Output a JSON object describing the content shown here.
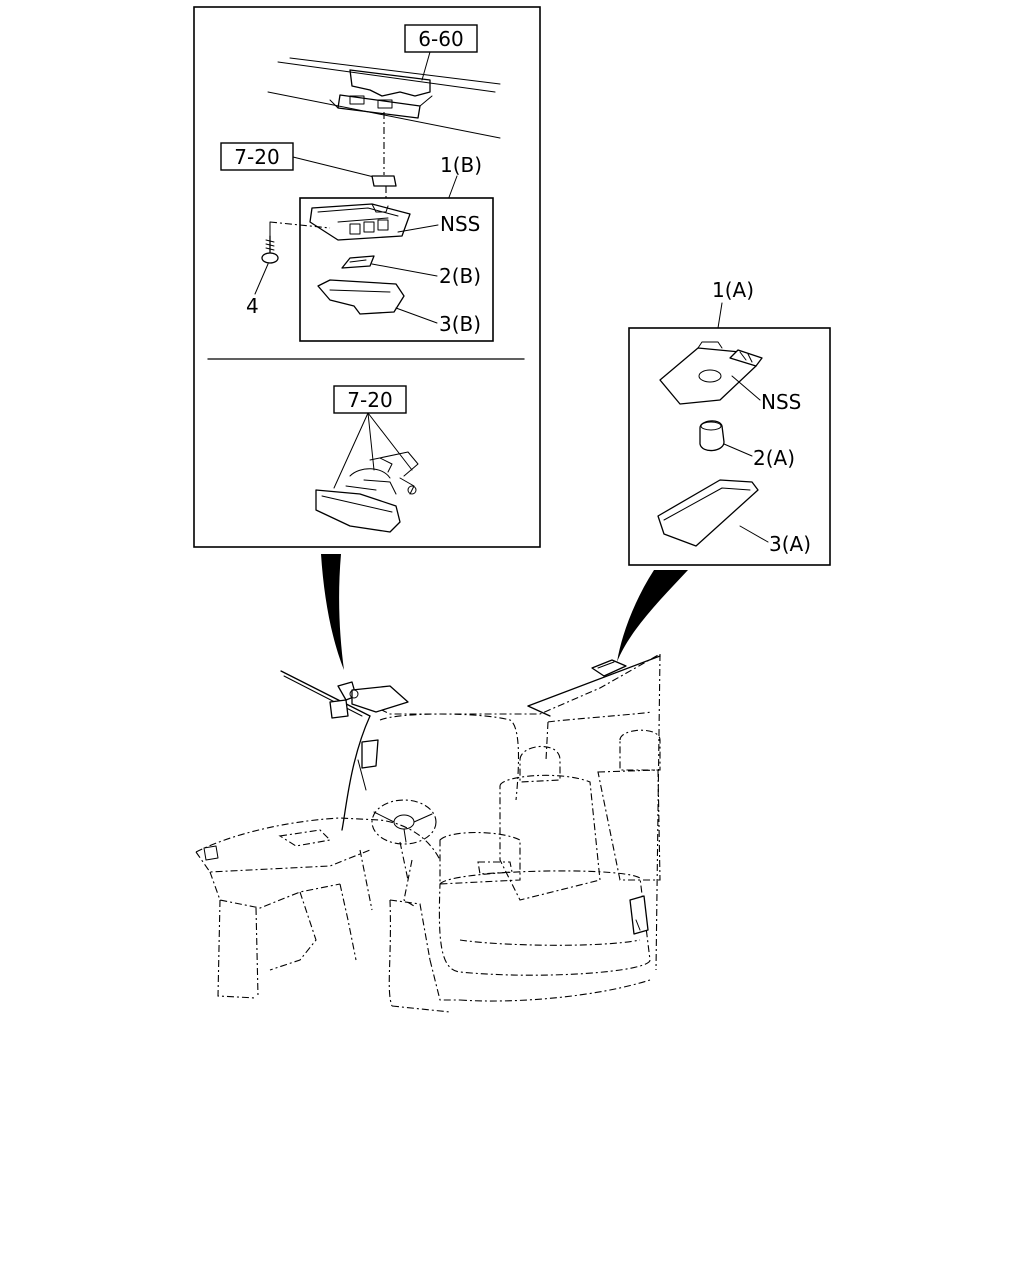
{
  "inset_b": {
    "ref_top": "6-60",
    "ref_mid": "7-20",
    "group_label": "1(B)",
    "nss_label": "NSS",
    "part2_label": "2(B)",
    "part3_label": "3(B)",
    "screw_label": "4",
    "ref_bottom": "7-20"
  },
  "inset_a": {
    "group_label": "1(A)",
    "nss_label": "NSS",
    "part2_label": "2(A)",
    "part3_label": "3(A)"
  }
}
